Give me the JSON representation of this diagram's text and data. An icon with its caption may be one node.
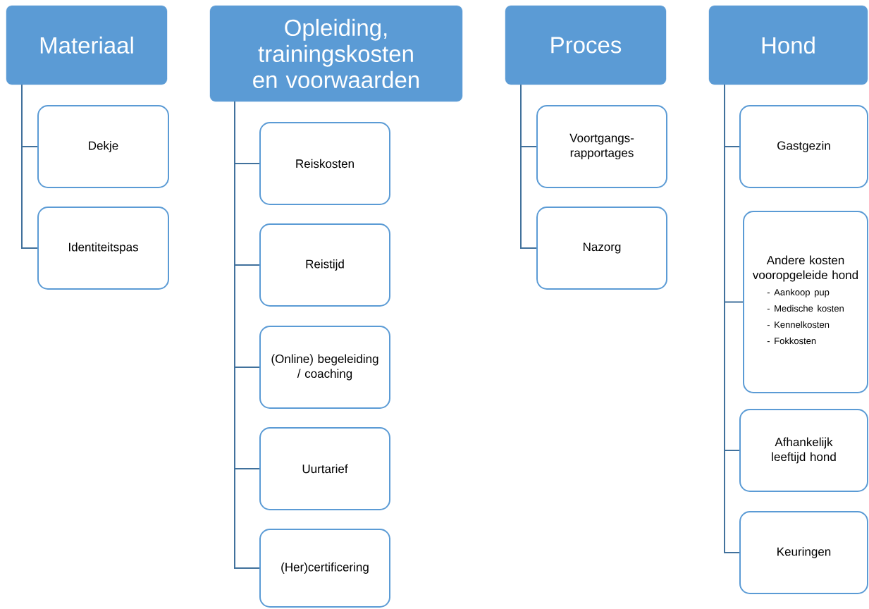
{
  "diagram": {
    "nodes": [
      {
        "text": [
          "Materiaal"
        ]
      },
      {
        "text": [
          "Dekje"
        ]
      },
      {
        "text": [
          "Identiteitspas"
        ]
      },
      {
        "text": [
          "Opleiding, trainingskosten en voorwaarden"
        ]
      },
      {
        "text": [
          "Reiskosten"
        ]
      },
      {
        "text": [
          "Reistijd"
        ]
      },
      {
        "text": [
          "(Online) begeleiding / coaching"
        ]
      },
      {
        "text": [
          "Uurtarief"
        ]
      },
      {
        "text": [
          "(Her)certificering"
        ]
      },
      {
        "text": [
          "Proces"
        ]
      },
      {
        "text": [
          "Voortgangs- rapportages"
        ]
      },
      {
        "text": [
          "Nazorg"
        ]
      },
      {
        "text": [
          "Hond"
        ]
      },
      {
        "text": [
          "Gastgezin"
        ]
      },
      {
        "text": [
          "Andere kosten vooropgeleide hond",
          "- Aankoop pup",
          "- Medische kosten",
          "- Kennelkosten",
          "- Fokkosten"
        ]
      },
      {
        "text": [
          "Afhankelijk leeftijd hond"
        ]
      },
      {
        "text": [
          "Keuringen"
        ]
      }
    ],
    "edges": [
      {
        "from": 0,
        "to": 1,
        "arrow": "none"
      },
      {
        "from": 0,
        "to": 2,
        "arrow": "none"
      },
      {
        "from": 3,
        "to": 4,
        "arrow": "none"
      },
      {
        "from": 3,
        "to": 5,
        "arrow": "none"
      },
      {
        "from": 3,
        "to": 6,
        "arrow": "none"
      },
      {
        "from": 3,
        "to": 7,
        "arrow": "none"
      },
      {
        "from": 3,
        "to": 8,
        "arrow": "none"
      },
      {
        "from": 9,
        "to": 10,
        "arrow": "none"
      },
      {
        "from": 9,
        "to": 11,
        "arrow": "none"
      },
      {
        "from": 12,
        "to": 13,
        "arrow": "none"
      },
      {
        "from": 12,
        "to": 14,
        "arrow": "none"
      },
      {
        "from": 12,
        "to": 15,
        "arrow": "none"
      },
      {
        "from": 12,
        "to": 16,
        "arrow": "none"
      }
    ]
  }
}
